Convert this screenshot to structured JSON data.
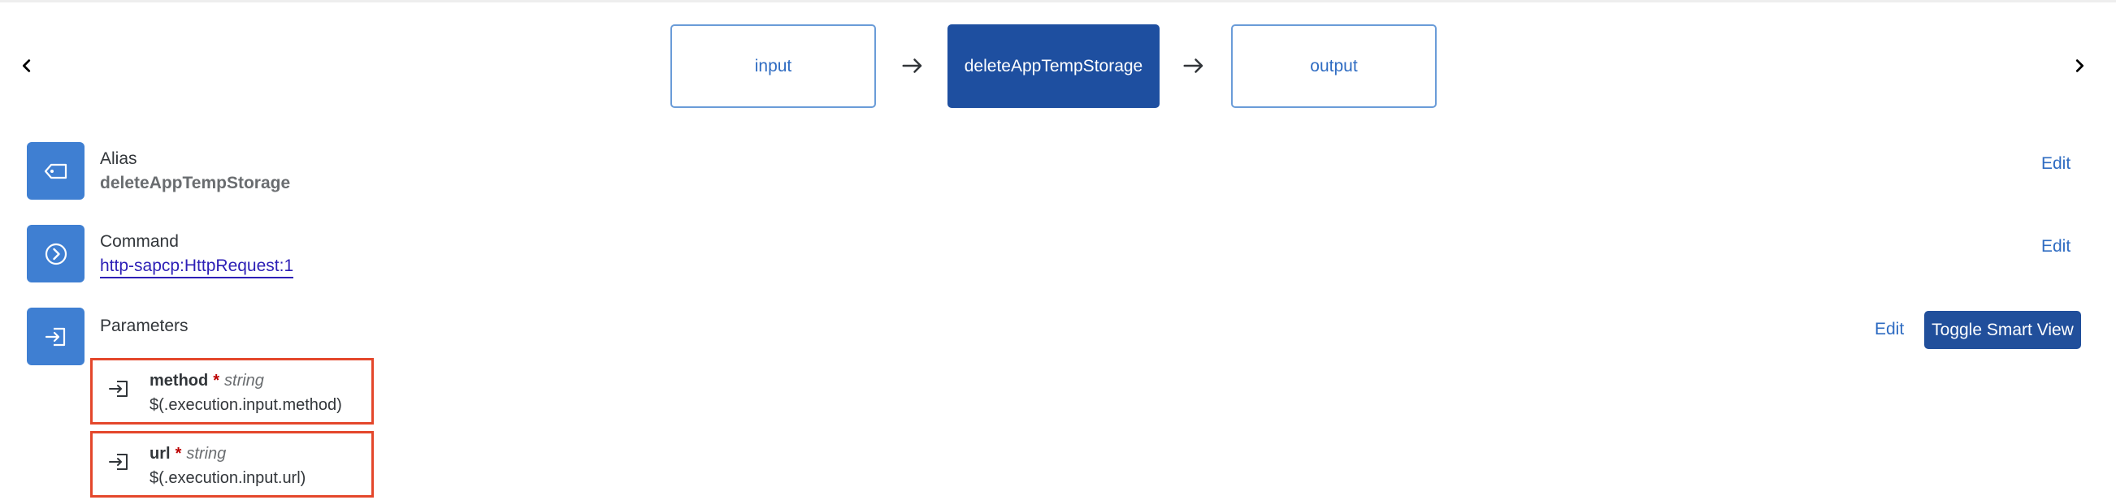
{
  "flow": {
    "prev_icon": "chevron-left-icon",
    "next_icon": "chevron-right-icon",
    "arrow_icon": "arrow-right-icon",
    "steps": [
      {
        "label": "input",
        "active": false
      },
      {
        "label": "deleteAppTempStorage",
        "active": true
      },
      {
        "label": "output",
        "active": false
      }
    ]
  },
  "alias": {
    "icon": "tag-icon",
    "label": "Alias",
    "value": "deleteAppTempStorage",
    "edit_label": "Edit"
  },
  "command": {
    "icon": "chevron-circle-right-icon",
    "label": "Command",
    "value": "http-sapcp:HttpRequest:1",
    "edit_label": "Edit"
  },
  "parameters": {
    "icon": "sign-in-icon",
    "label": "Parameters",
    "edit_label": "Edit",
    "toggle_label": "Toggle Smart View",
    "items": [
      {
        "name": "method",
        "required_mark": "*",
        "type": "string",
        "value": "$(.execution.input.method)",
        "icon": "sign-in-icon"
      },
      {
        "name": "url",
        "required_mark": "*",
        "type": "string",
        "value": "$(.execution.input.url)",
        "icon": "sign-in-icon"
      }
    ]
  },
  "colors": {
    "accent": "#3f7fd2",
    "active_step": "#1e4fa0",
    "link": "#2f6cc2",
    "highlight_border": "#e4472b",
    "required": "#bb0000"
  }
}
